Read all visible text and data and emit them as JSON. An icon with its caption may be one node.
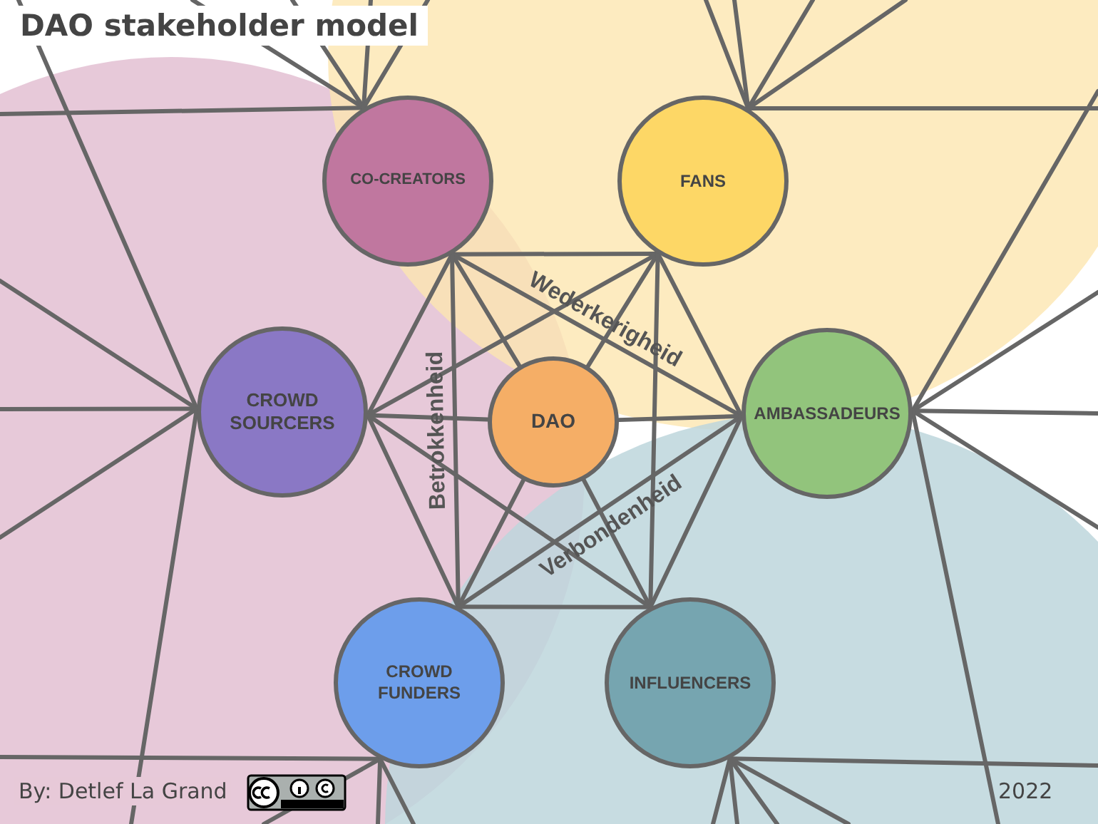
{
  "diagram": {
    "title": "DAO stakeholder model",
    "nodes": [
      {
        "text": [
          "CO-CREATORS"
        ]
      },
      {
        "text": [
          "FANS"
        ]
      },
      {
        "text": [
          "CROWD SOURCERS"
        ]
      },
      {
        "text": [
          "DAO"
        ]
      },
      {
        "text": [
          "AMBASSADEURS"
        ]
      },
      {
        "text": [
          "CROWD FUNDERS"
        ]
      },
      {
        "text": [
          "INFLUENCERS"
        ]
      }
    ],
    "edges": [
      {
        "from": 0,
        "to": 1,
        "arrow": "none"
      },
      {
        "from": 0,
        "to": 2,
        "arrow": "none"
      },
      {
        "from": 0,
        "to": 3,
        "arrow": "none"
      },
      {
        "from": 0,
        "to": 4,
        "arrow": "none",
        "label": "Wederkerigheid"
      },
      {
        "from": 0,
        "to": 5,
        "arrow": "none",
        "label": "Betrokkenheid"
      },
      {
        "from": 1,
        "to": 2,
        "arrow": "none"
      },
      {
        "from": 1,
        "to": 3,
        "arrow": "none"
      },
      {
        "from": 1,
        "to": 4,
        "arrow": "none"
      },
      {
        "from": 1,
        "to": 6,
        "arrow": "none"
      },
      {
        "from": 2,
        "to": 3,
        "arrow": "none"
      },
      {
        "from": 2,
        "to": 5,
        "arrow": "none"
      },
      {
        "from": 2,
        "to": 6,
        "arrow": "none"
      },
      {
        "from": 3,
        "to": 4,
        "arrow": "none"
      },
      {
        "from": 3,
        "to": 5,
        "arrow": "none"
      },
      {
        "from": 3,
        "to": 6,
        "arrow": "none"
      },
      {
        "from": 4,
        "to": 5,
        "arrow": "none",
        "label": "Verbondenheid"
      },
      {
        "from": 4,
        "to": 6,
        "arrow": "none"
      },
      {
        "from": 5,
        "to": 6,
        "arrow": "none"
      },
      {
        "from": 0,
        "to": null,
        "arrow": "none"
      },
      {
        "from": 0,
        "to": null,
        "arrow": "none"
      },
      {
        "from": 0,
        "to": null,
        "arrow": "none"
      },
      {
        "from": 0,
        "to": null,
        "arrow": "none"
      },
      {
        "from": 0,
        "to": null,
        "arrow": "none"
      },
      {
        "from": 1,
        "to": null,
        "arrow": "none"
      },
      {
        "from": 1,
        "to": null,
        "arrow": "none"
      },
      {
        "from": 1,
        "to": null,
        "arrow": "none"
      },
      {
        "from": 1,
        "to": null,
        "arrow": "none"
      },
      {
        "from": 1,
        "to": null,
        "arrow": "none"
      },
      {
        "from": 2,
        "to": null,
        "arrow": "none"
      },
      {
        "from": 2,
        "to": null,
        "arrow": "none"
      },
      {
        "from": 2,
        "to": null,
        "arrow": "none"
      },
      {
        "from": 2,
        "to": null,
        "arrow": "none"
      },
      {
        "from": 2,
        "to": null,
        "arrow": "none"
      },
      {
        "from": 4,
        "to": null,
        "arrow": "none"
      },
      {
        "from": 4,
        "to": null,
        "arrow": "none"
      },
      {
        "from": 4,
        "to": null,
        "arrow": "none"
      },
      {
        "from": 4,
        "to": null,
        "arrow": "none"
      },
      {
        "from": 4,
        "to": null,
        "arrow": "none"
      },
      {
        "from": 5,
        "to": null,
        "arrow": "none"
      },
      {
        "from": 5,
        "to": null,
        "arrow": "none"
      },
      {
        "from": 5,
        "to": null,
        "arrow": "none"
      },
      {
        "from": 5,
        "to": null,
        "arrow": "none"
      },
      {
        "from": 6,
        "to": null,
        "arrow": "none"
      },
      {
        "from": 6,
        "to": null,
        "arrow": "none"
      },
      {
        "from": 6,
        "to": null,
        "arrow": "none"
      },
      {
        "from": 6,
        "to": null,
        "arrow": "none"
      },
      {
        "from": 6,
        "to": null,
        "arrow": "none"
      }
    ],
    "labels": [
      "By: Detlef La Grand",
      "2022"
    ]
  }
}
